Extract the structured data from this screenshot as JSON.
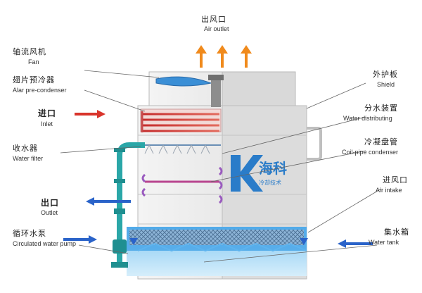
{
  "labels": {
    "air_outlet": {
      "zh": "出风口",
      "en": "Air outlet"
    },
    "fan": {
      "zh": "轴流风机",
      "en": "Fan"
    },
    "pre_condenser": {
      "zh": "翅片预冷器",
      "en": "Alar pre-condenser"
    },
    "inlet": {
      "zh": "进口",
      "en": "Inlet"
    },
    "water_filter": {
      "zh": "收水器",
      "en": "Water filter"
    },
    "outlet": {
      "zh": "出口",
      "en": "Outlet"
    },
    "pump": {
      "zh": "循环水泵",
      "en": "Circulated water pump"
    },
    "shield": {
      "zh": "外护板",
      "en": "Shield"
    },
    "water_distributing": {
      "zh": "分水装置",
      "en": "Water distributing"
    },
    "coil_condenser": {
      "zh": "冷凝盘管",
      "en": "Coil-pipe condenser"
    },
    "air_intake": {
      "zh": "进风口",
      "en": "Air intake"
    },
    "water_tank": {
      "zh": "集水箱",
      "en": "Water tank"
    }
  },
  "logo": {
    "name": "海科",
    "sub": "冷却技术"
  },
  "colors": {
    "shell": "#e6e6e6",
    "shell_dark": "#cfcfcf",
    "pipe": "#2aa7a8",
    "hot": "#d9342b",
    "cold": "#2a63c9",
    "air": "#f08a1c",
    "water": "#3aa0e6",
    "logo": "#2a7cc9"
  },
  "icons": [
    "up-arrow-icon",
    "right-arrow-icon",
    "left-arrow-icon"
  ]
}
